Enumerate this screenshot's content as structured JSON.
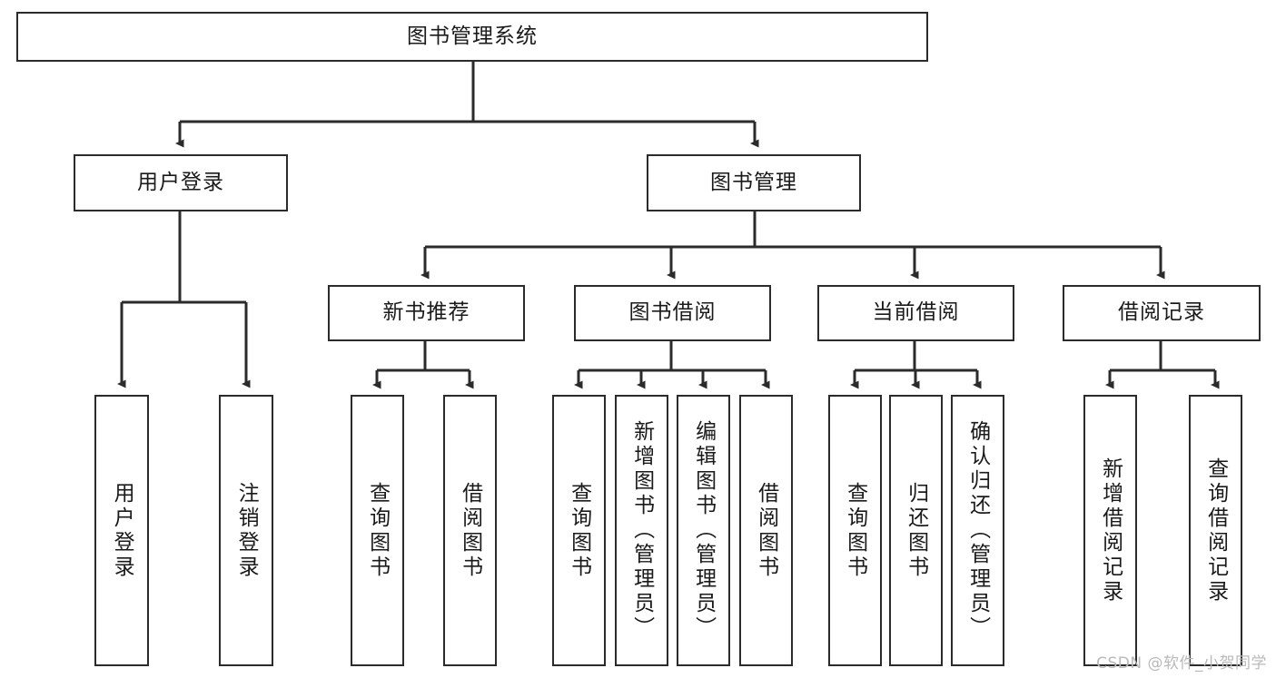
{
  "diagram": {
    "title": "图书管理系统",
    "type": "tree-hierarchy-diagram",
    "watermark": "CSDN @软件_小贺同学",
    "colors": {
      "background": "#ffffff",
      "node_border": "#2b2b2b",
      "node_fill": "#ffffff",
      "text": "#1a1a1a",
      "connector": "#2b2b2b",
      "watermark": "#b9b9b9"
    },
    "levels": {
      "root": {
        "label": "图书管理系统"
      },
      "level2": [
        {
          "label": "用户登录"
        },
        {
          "label": "图书管理"
        }
      ],
      "level3": [
        {
          "label": "新书推荐"
        },
        {
          "label": "图书借阅"
        },
        {
          "label": "当前借阅"
        },
        {
          "label": "借阅记录"
        }
      ],
      "leaves": {
        "user_login": [
          {
            "label": "用户登录"
          },
          {
            "label": "注销登录"
          }
        ],
        "new_book_recommend": [
          {
            "label": "查询图书"
          },
          {
            "label": "借阅图书"
          }
        ],
        "book_borrow": [
          {
            "label": "查询图书"
          },
          {
            "label": "新增图书（管理员）"
          },
          {
            "label": "编辑图书（管理员）"
          },
          {
            "label": "借阅图书"
          }
        ],
        "current_borrow": [
          {
            "label": "查询图书"
          },
          {
            "label": "归还图书"
          },
          {
            "label": "确认归还（管理员）"
          }
        ],
        "borrow_records": [
          {
            "label": "新增借阅记录"
          },
          {
            "label": "查询借阅记录"
          }
        ]
      }
    }
  }
}
